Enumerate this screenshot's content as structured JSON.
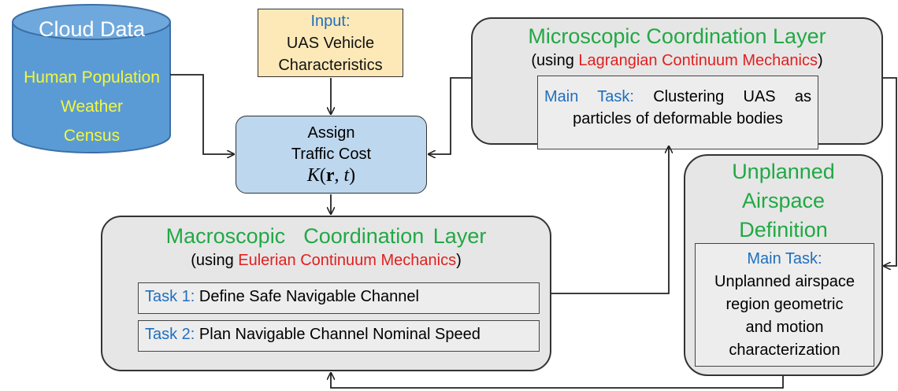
{
  "cloud": {
    "title": "Cloud Data",
    "items": [
      "Human Population",
      "Weather",
      "Census"
    ]
  },
  "input": {
    "label": "Input:",
    "line1": "UAS Vehicle",
    "line2": "Characteristics"
  },
  "assign": {
    "line1": "Assign",
    "line2": "Traffic Cost",
    "formula_k": "K",
    "formula_open": "(",
    "formula_r": "r",
    "formula_sep": ", ",
    "formula_t": "t",
    "formula_close": ")"
  },
  "micro": {
    "title": "Microscopic Coordination Layer",
    "sub_prefix": "(using ",
    "sub_highlight": "Lagrangian Continuum Mechanics",
    "sub_suffix": ")",
    "task_label": "Main Task:",
    "task_line1": "Clustering UAS as",
    "task_line2": "particles of deformable bodies"
  },
  "macro": {
    "title": "Macroscopic  Coordination Layer",
    "sub_prefix": "(using ",
    "sub_highlight": "Eulerian Continuum Mechanics",
    "sub_suffix": ")",
    "task1_label": "Task 1:",
    "task1_text": "Define Safe Navigable Channel",
    "task2_label": "Task 2:",
    "task2_text": "Plan Navigable Channel Nominal Speed"
  },
  "unplanned": {
    "title_lines": [
      "Unplanned",
      "Airspace",
      "Definition"
    ],
    "task_label": "Main Task:",
    "task_lines": [
      "Unplanned airspace",
      "region geometric",
      "and motion",
      "characterization"
    ]
  },
  "colors": {
    "cloud_fill": "#5b9bd5",
    "input_fill": "#fde9b8",
    "assign_fill": "#bdd7ee",
    "layer_fill": "#e6e6e6",
    "title_green": "#22a845",
    "label_blue": "#1f6fbf",
    "highlight_red": "#e02020",
    "cloud_text_yellow": "#f3f83a"
  }
}
